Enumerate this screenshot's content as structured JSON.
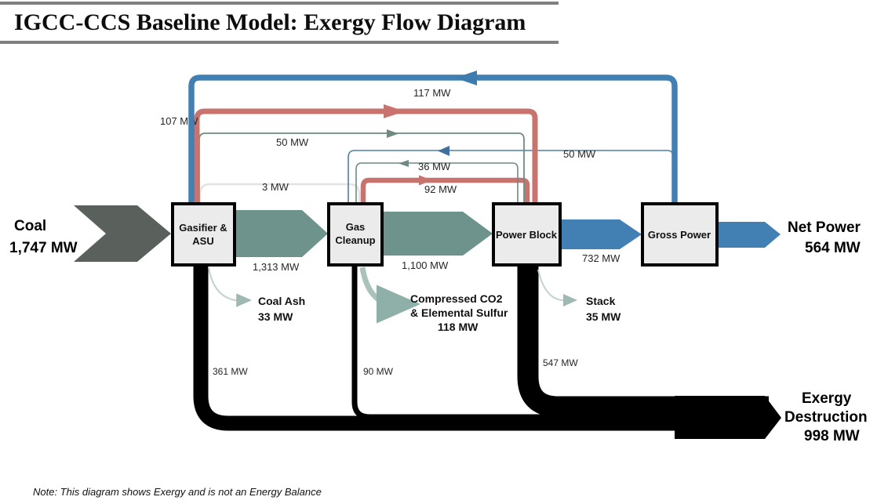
{
  "title": "IGCC-CCS Baseline Model: Exergy Flow Diagram",
  "note": "Note:  This diagram shows Exergy and is not an Energy Balance",
  "colors": {
    "coal": "#5a615d",
    "syngas": "#6e928c",
    "power": "#4280b4",
    "recycle_red": "#c8736e",
    "recycle_green": "#6f8a83",
    "recycle_faint": "#e3e3e3",
    "destruction": "#000000",
    "byproduct": "#b9cdc7",
    "box_fill": "#ebebeb",
    "box_stroke": "#000000",
    "rule": "#808080"
  },
  "boxes": [
    {
      "id": "gasifier",
      "label_line1": "Gasifier &",
      "label_line2": "ASU"
    },
    {
      "id": "gas-cleanup",
      "label_line1": "Gas",
      "label_line2": "Cleanup"
    },
    {
      "id": "power-block",
      "label_line1": "Power Block",
      "label_line2": ""
    },
    {
      "id": "gross-power",
      "label_line1": "Gross Power",
      "label_line2": ""
    }
  ],
  "endpoints": {
    "coal": {
      "name": "Coal",
      "value": "1,747 MW"
    },
    "net_power": {
      "name": "Net Power",
      "value": "564 MW"
    },
    "destruction": {
      "name_line1": "Exergy",
      "name_line2": "Destruction",
      "value": "998 MW"
    }
  },
  "byproducts": [
    {
      "name": "Coal Ash",
      "value": "33 MW"
    },
    {
      "name_line1": "Compressed CO2",
      "name_line2": "& Elemental Sulfur",
      "value": "118 MW"
    },
    {
      "name": "Stack",
      "value": "35 MW"
    }
  ],
  "main_flows": [
    {
      "id": "coal-in",
      "label": "1,747 MW"
    },
    {
      "id": "syngas-raw",
      "label": "1,313 MW"
    },
    {
      "id": "syngas-clean",
      "label": "1,100 MW"
    },
    {
      "id": "gross-power",
      "label": "732 MW"
    },
    {
      "id": "net-power",
      "label": "564 MW"
    }
  ],
  "recycle_flows": [
    {
      "id": "r-117",
      "label": "117 MW",
      "color": "power",
      "from": "gross-power",
      "to": "gasifier",
      "direction": "left"
    },
    {
      "id": "r-107",
      "label": "107 MW",
      "color": "recycle_red",
      "from": "power-block",
      "to": "gasifier",
      "direction": "right"
    },
    {
      "id": "r-50a",
      "label": "50 MW",
      "color": "recycle_green",
      "from": "power-block",
      "to": "gasifier",
      "direction": "right"
    },
    {
      "id": "r-3",
      "label": "3 MW",
      "color": "recycle_faint",
      "from": "gas-cleanup",
      "to": "gasifier",
      "direction": "right"
    },
    {
      "id": "r-50b",
      "label": "50 MW",
      "color": "power",
      "from": "gross-power",
      "to": "gas-cleanup",
      "direction": "left"
    },
    {
      "id": "r-36",
      "label": "36 MW",
      "color": "recycle_green",
      "from": "power-block",
      "to": "gas-cleanup",
      "direction": "left"
    },
    {
      "id": "r-92",
      "label": "92 MW",
      "color": "recycle_red",
      "from": "power-block",
      "to": "gas-cleanup",
      "direction": "right"
    }
  ],
  "destruction_flows": [
    {
      "id": "d-gasifier",
      "label": "361 MW"
    },
    {
      "id": "d-gas-cleanup",
      "label": "90 MW"
    },
    {
      "id": "d-power-block",
      "label": "547 MW"
    }
  ]
}
